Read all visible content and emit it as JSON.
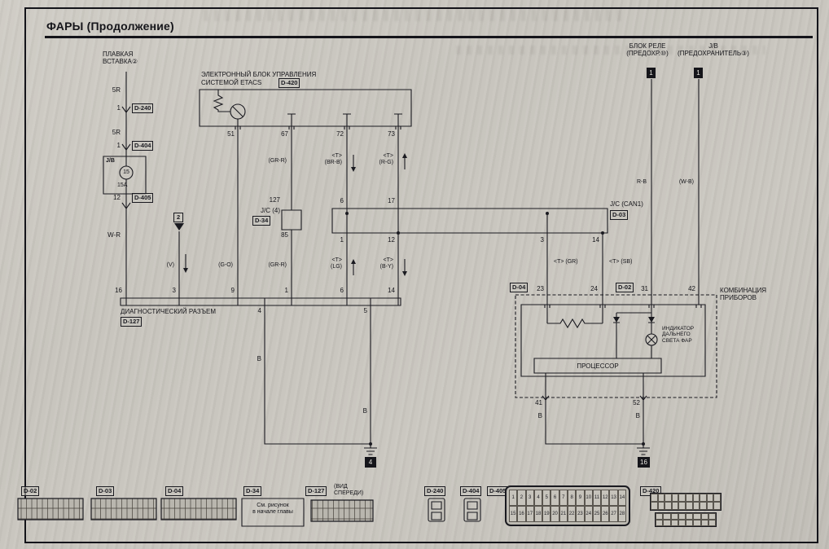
{
  "title": "ФАРЫ (Продолжение)",
  "left": {
    "fusible_link": "ПЛАВКАЯ\nВСТАВКА②",
    "wire_5r_a": "5R",
    "pin_d240": "1",
    "d240": "D-240",
    "wire_5r_b": "5R",
    "pin_d404": "1",
    "d404": "D-404",
    "jb": "J/B",
    "fuse_no": "15",
    "fuse_amp": "15A",
    "pin_d405": "12",
    "d405": "D-405",
    "wire_wr": "W-R"
  },
  "etacs": {
    "name1": "ЭЛЕКТРОННЫЙ БЛОК УПРАВЛЕНИЯ",
    "name2": "СИСТЕМОЙ ETACS",
    "d420": "D-420",
    "pin51": "51",
    "pin67": "67",
    "pin72": "72",
    "pin73": "73"
  },
  "mid": {
    "conn2": "2",
    "v": "(V)",
    "go": "(G-O)",
    "grr_top": "(GR-R)",
    "grr_bot": "(GR-R)",
    "t_brb": "<T>\n(BR-B)",
    "t_rg": "<T>\n(R-G)",
    "t_lg": "<T>\n(LG)",
    "t_by": "<T>\n(B-Y)",
    "jc4": "J/C (4)",
    "d34": "D-34",
    "pin127": "127",
    "pin85": "85",
    "can_label": "J/C (CAN1)",
    "d03": "D-03",
    "pin6": "6",
    "pin17": "17",
    "pin1": "1",
    "pin12": "12",
    "pin3": "3",
    "pin14": "14",
    "t_gr": "<T> (GR)",
    "t_sb": "<T> (SB)"
  },
  "right": {
    "relay": "БЛОК РЕЛЕ\n(ПРЕДОХР.⑩)",
    "relay_pin": "1",
    "jb": "J/B\n(ПРЕДОХРАНИТЕЛЬ③)",
    "jb_pin": "1",
    "rb": "R-B",
    "wb": "(W-B)"
  },
  "cluster": {
    "name": "КОМБИНАЦИЯ\nПРИБОРОВ",
    "d04": "D-04",
    "d02": "D-02",
    "pin23": "23",
    "pin24": "24",
    "pin31": "31",
    "pin42": "42",
    "indicator": "ИНДИКАТОР\nДАЛЬНЕГО\nСВЕТА ФАР",
    "processor": "ПРОЦЕССОР",
    "pin41": "41",
    "pin52": "52",
    "b1": "B",
    "b2": "B",
    "ground": "16"
  },
  "diag": {
    "name": "ДИАГНОСТИЧЕСКИЙ РАЗЪЕМ",
    "d127": "D-127",
    "pin16": "16",
    "pin3": "3",
    "pin9": "9",
    "pin1": "1",
    "pin6": "6",
    "pin14": "14",
    "pin4": "4",
    "pin5": "5",
    "b1": "B",
    "b2": "B",
    "ground": "4"
  },
  "connector_row": {
    "d02": "D-02",
    "d03": "D-03",
    "d04": "D-04",
    "d34": "D-34",
    "d34_note": "См. рисунок\nв начале главы",
    "d127": "D-127",
    "d127_view": "(ВИД СПЕРЕДИ)",
    "d240": "D-240",
    "d404": "D-404",
    "d405": "D-405",
    "d420": "D-420",
    "d405_pins_top": [
      "1",
      "2",
      "3",
      "4",
      "5",
      "6",
      "7",
      "8",
      "9",
      "10",
      "11",
      "12",
      "13",
      "14"
    ],
    "d405_pins_bottom": [
      "15",
      "16",
      "17",
      "18",
      "19",
      "20",
      "21",
      "22",
      "23",
      "24",
      "25",
      "26",
      "27",
      "28"
    ]
  },
  "colors": {
    "paper": "#c9c6bf",
    "ink": "#1a1a20"
  }
}
